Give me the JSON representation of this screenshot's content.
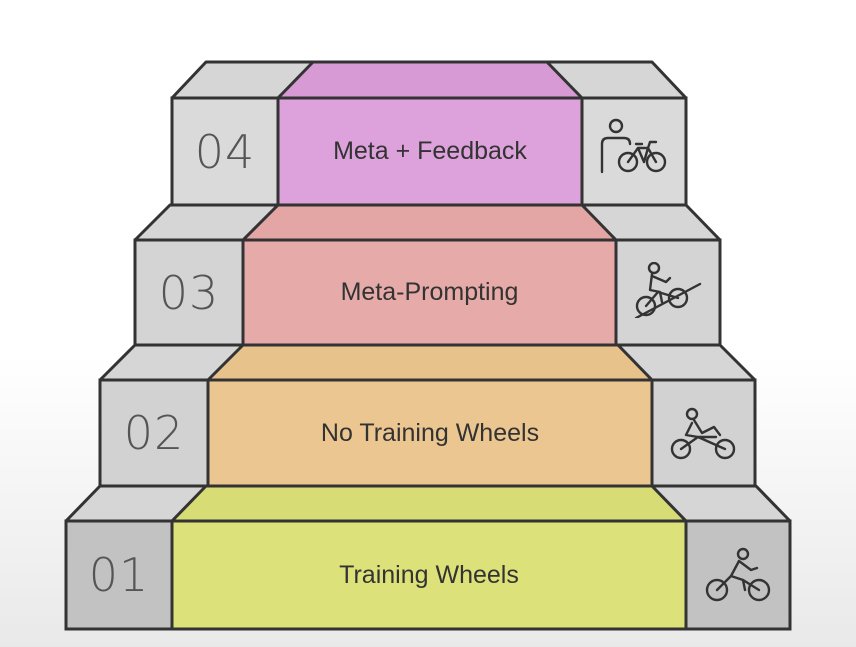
{
  "steps": [
    {
      "number": "01",
      "label": "Training Wheels",
      "color": "#dde179",
      "icon": "cyclist-icon"
    },
    {
      "number": "02",
      "label": "No Training Wheels",
      "color": "#ecc690",
      "icon": "cyclist-riding-icon"
    },
    {
      "number": "03",
      "label": "Meta-Prompting",
      "color": "#e6aaa8",
      "icon": "uphill-cyclist-icon"
    },
    {
      "number": "04",
      "label": "Meta + Feedback",
      "color": "#dda1db",
      "icon": "coach-with-bicycle-icon"
    }
  ]
}
